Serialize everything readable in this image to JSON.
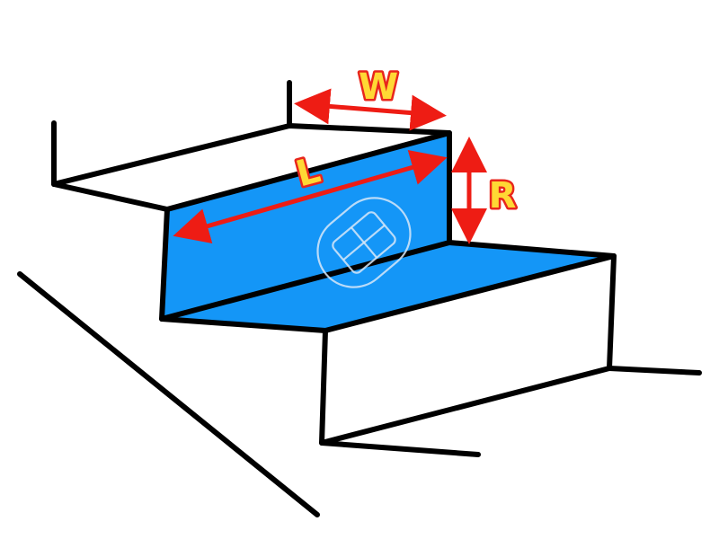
{
  "colors": {
    "face": "#1496f7",
    "arrow": "#ee1c14",
    "label_fill": "#ffd834",
    "label_outline": "#e8261c",
    "line": "#000000"
  },
  "labels": {
    "width": "W",
    "length": "L",
    "rise": "R"
  }
}
